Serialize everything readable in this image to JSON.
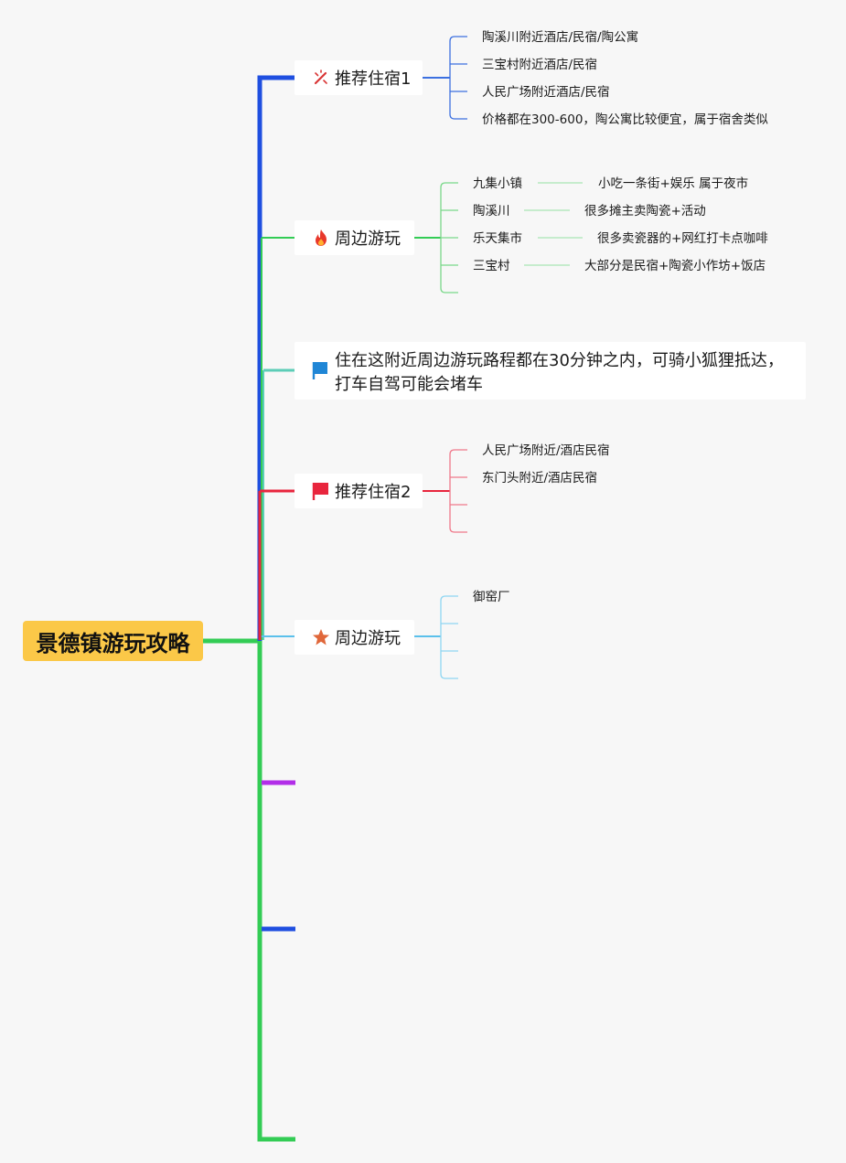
{
  "root": {
    "title": "景德镇游玩攻略"
  },
  "colors": {
    "root_bg": "#fbc848",
    "branch_blue": "#1f4fe0",
    "branch_green": "#33cc55",
    "branch_teal": "#5ccdb7",
    "branch_red": "#e8253d",
    "branch_cyan": "#5bc0eb",
    "branch_purple": "#b22ee8",
    "branch_blue_2": "#1f4fe0",
    "branch_green_2": "#33cc55"
  },
  "topics": [
    {
      "label": "推荐住宿1",
      "icon": "magic-wand-icon",
      "children": [
        {
          "text": "陶溪川附近酒店/民宿/陶公寓"
        },
        {
          "text": "三宝村附近酒店/民宿"
        },
        {
          "text": "人民广场附近酒店/民宿"
        },
        {
          "text": "价格都在300-600，陶公寓比较便宜，属于宿舍类似"
        }
      ]
    },
    {
      "label": "周边游玩",
      "icon": "fire-icon",
      "children": [
        {
          "text": "九集小镇",
          "detail": "小吃一条街+娱乐 属于夜市"
        },
        {
          "text": "陶溪川",
          "detail": "很多摊主卖陶瓷+活动"
        },
        {
          "text": "乐天集市",
          "detail": "很多卖瓷器的+网红打卡点咖啡"
        },
        {
          "text": "三宝村",
          "detail": "大部分是民宿+陶瓷小作坊+饭店"
        },
        {
          "text": ""
        }
      ]
    },
    {
      "label": "住在这附近周边游玩路程都在30分钟之内，可骑小狐狸抵达，打车自驾可能会堵车",
      "icon": "blue-flag-icon",
      "children": []
    },
    {
      "label": "推荐住宿2",
      "icon": "red-flag-icon",
      "children": [
        {
          "text": "人民广场附近/酒店民宿"
        },
        {
          "text": "东门头附近/酒店民宿"
        },
        {
          "text": ""
        },
        {
          "text": ""
        }
      ]
    },
    {
      "label": "周边游玩",
      "icon": "star-icon",
      "children": [
        {
          "text": "御窑厂"
        },
        {
          "text": ""
        },
        {
          "text": ""
        },
        {
          "text": ""
        }
      ]
    }
  ]
}
